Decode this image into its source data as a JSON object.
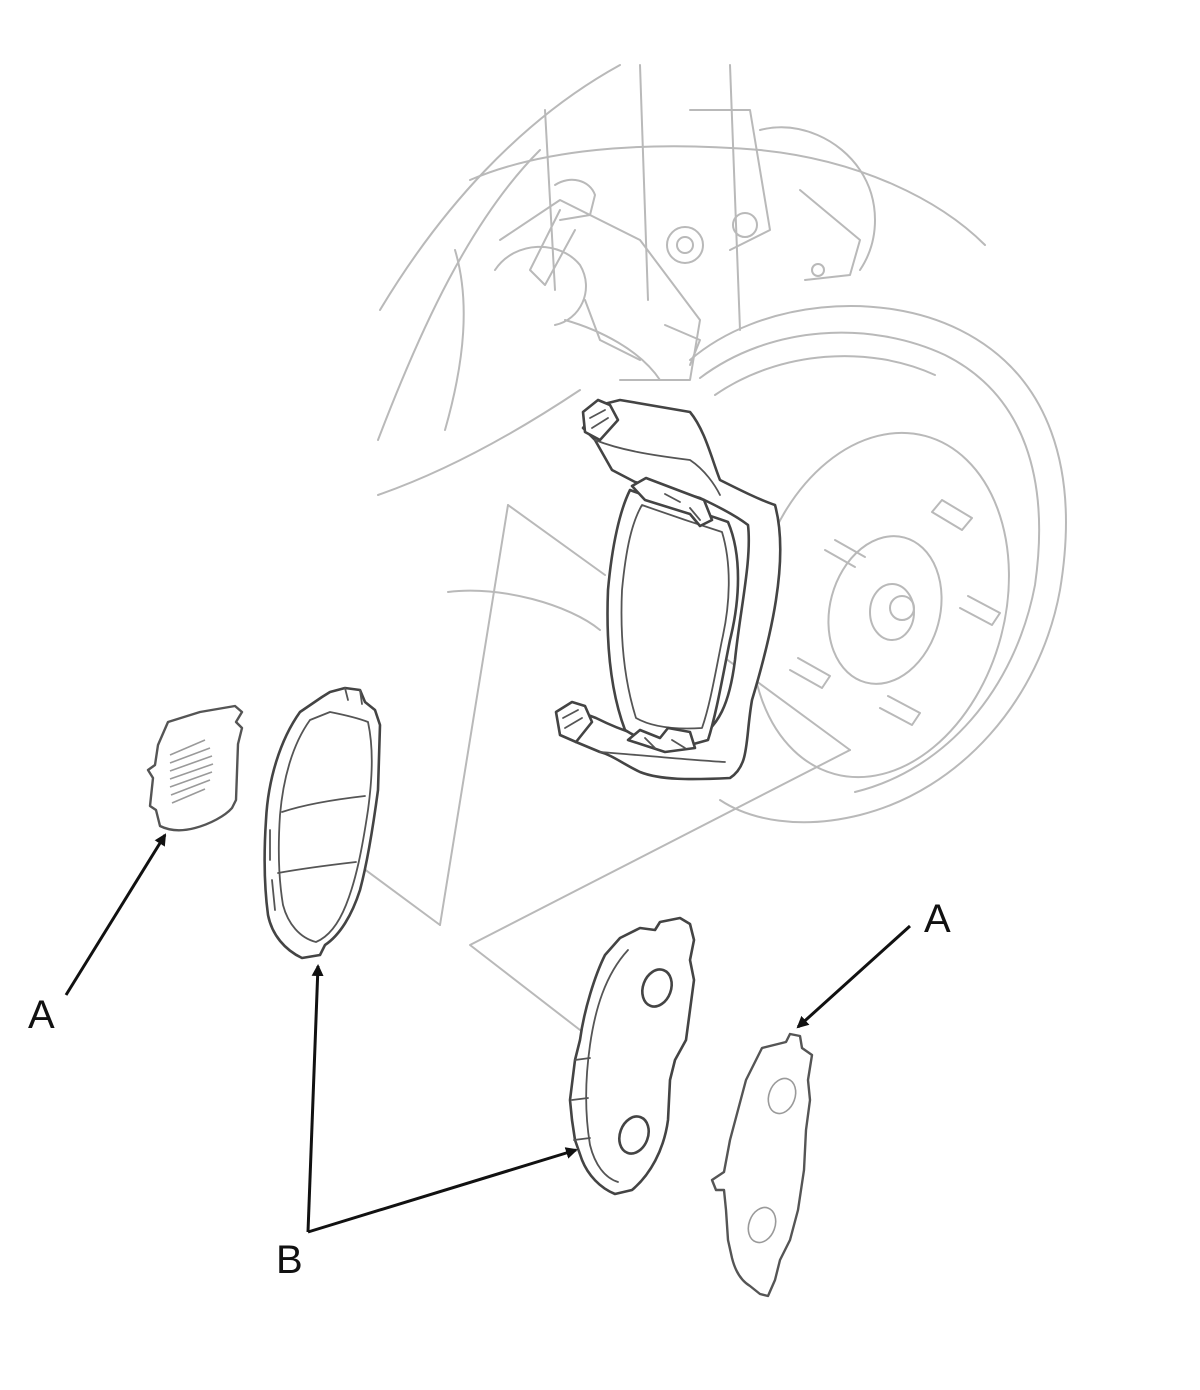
{
  "labels": {
    "shim_left": "A",
    "shim_right": "A",
    "pads": "B"
  },
  "colors": {
    "line": "#444444",
    "ghost": "#b9b9b9",
    "leader": "#111111",
    "background": "#ffffff"
  }
}
